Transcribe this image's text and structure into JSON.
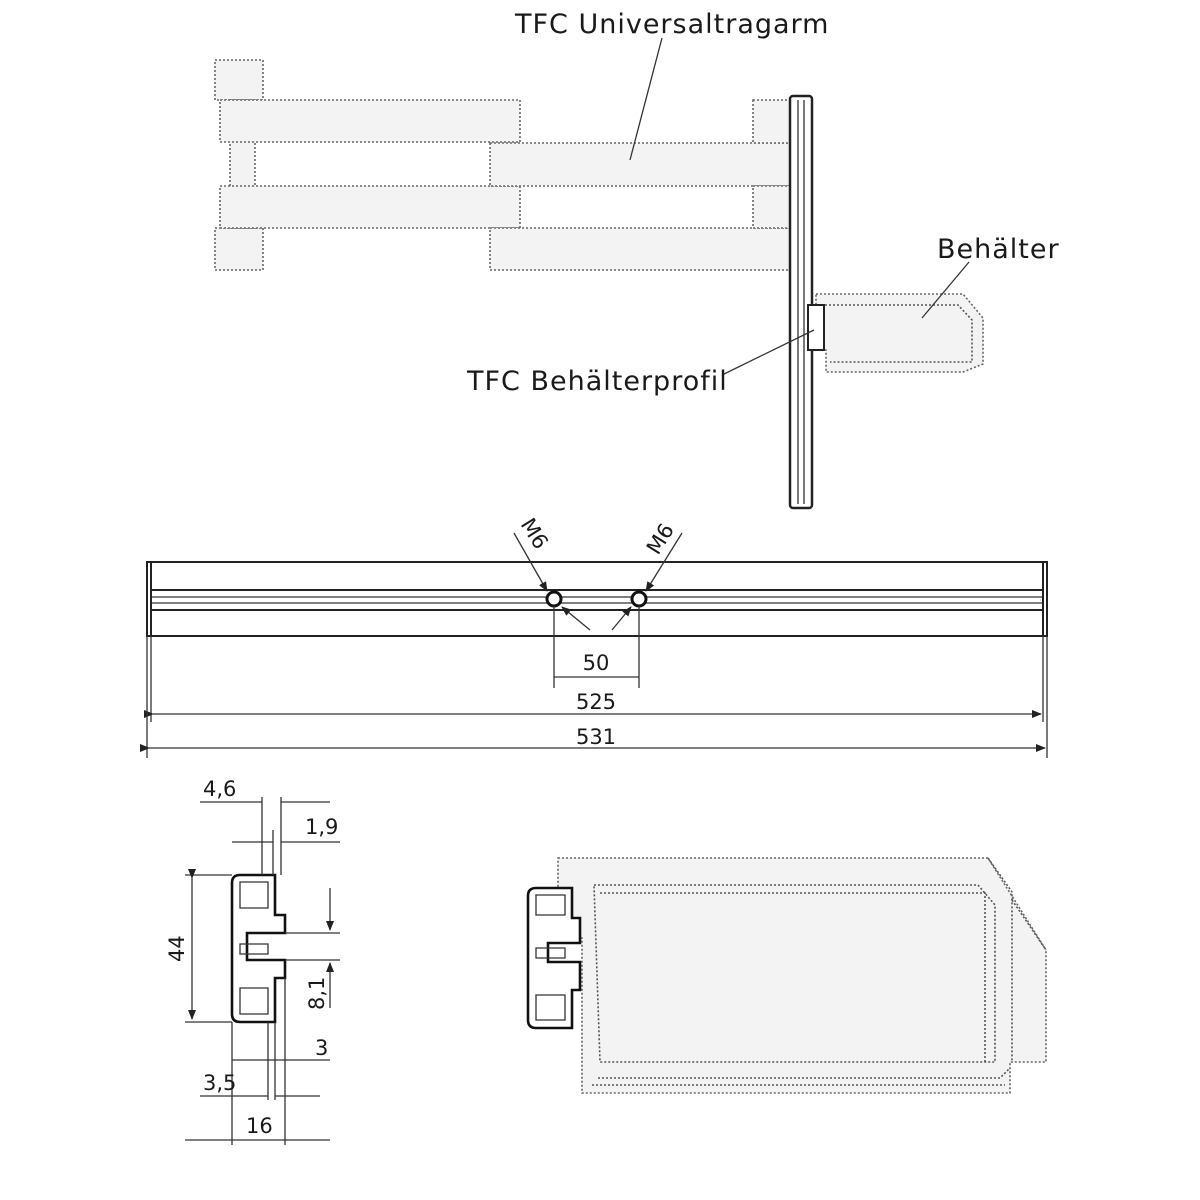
{
  "labels": {
    "arm": "TFC Universaltragarm",
    "container": "Behälter",
    "profile": "TFC Behälterprofil"
  },
  "rail": {
    "thread_left": "M6",
    "thread_right": "M6",
    "hole_spacing": "50",
    "inner_length": "525",
    "total_length": "531"
  },
  "section": {
    "dim_4_6": "4,6",
    "dim_1_9": "1,9",
    "dim_44": "44",
    "dim_8_1": "8,1",
    "dim_3": "3",
    "dim_3_5": "3,5",
    "dim_16": "16"
  }
}
